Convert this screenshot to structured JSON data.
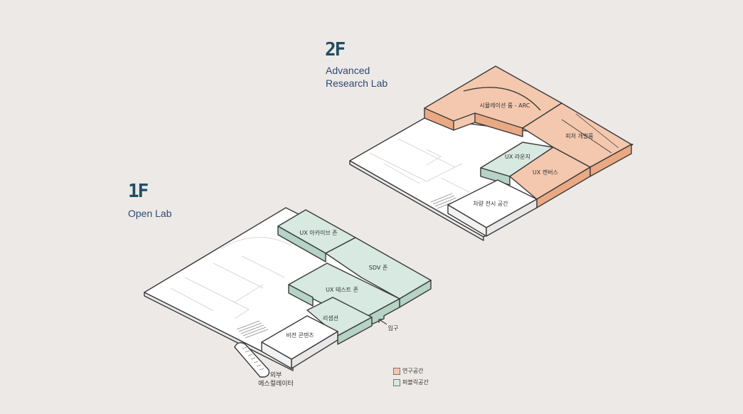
{
  "floors": {
    "f2": {
      "badge": "2F",
      "name_line1": "Advanced",
      "name_line2": "Research Lab",
      "rooms": {
        "simulation": "시뮬레이션 룸 - ARC",
        "feature": "피처 개발룸",
        "ux_lounge": "UX 라운지",
        "ux_canvas": "UX 캔버스",
        "vehicle": "차량 전시 공간"
      }
    },
    "f1": {
      "badge": "1F",
      "name": "Open Lab",
      "rooms": {
        "ux_archive": "UX 아카이브 존",
        "sdv": "SDV 존",
        "ux_test": "UX 테스트 존",
        "reception": "리셉션",
        "vision": "비전 콘텐츠"
      },
      "entrance": "입구",
      "escalator_line1": "외부",
      "escalator_line2": "에스컬레이터"
    }
  },
  "legend": [
    {
      "label": "연구공간",
      "color": "#f4c8ae"
    },
    {
      "label": "퍼블릭공간",
      "color": "#d7e9e1"
    }
  ],
  "colors": {
    "research": "#f4c8ae",
    "research_side": "#eaa983",
    "public": "#d7e9e1",
    "public_side": "#b5d3c6",
    "floor": "#ffffff",
    "floor_side": "#e8e8e8",
    "line": "#3a3a3a",
    "badge": "#1f4d62"
  }
}
